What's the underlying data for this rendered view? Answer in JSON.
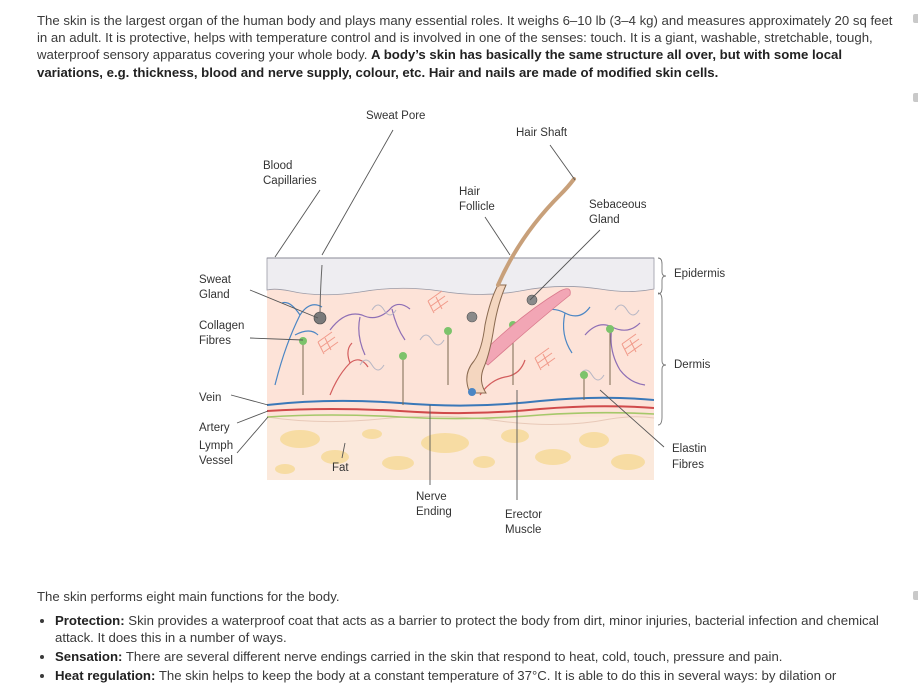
{
  "intro": {
    "plain": "The skin is the largest organ of the human body and plays many essential roles. It weighs 6–10 lb (3–4 kg) and measures approximately 20 sq feet in an adult. It is protective, helps with temperature control and is involved in one of the senses: touch. It is a giant, washable, stretchable, tough, waterproof sensory apparatus covering your whole body.",
    "bold": "A body’s skin has basically the same structure all over, but with some local variations, e.g. thickness, blood and nerve supply, colour, etc. Hair and nails are made of modified skin cells."
  },
  "diagram": {
    "labels": {
      "sweat_pore": "Sweat Pore",
      "hair_shaft": "Hair Shaft",
      "blood_capillaries_1": "Blood",
      "blood_capillaries_2": "Capillaries",
      "hair_follicle_1": "Hair",
      "hair_follicle_2": "Follicle",
      "sebaceous_gland_1": "Sebaceous",
      "sebaceous_gland_2": "Gland",
      "epidermis": "Epidermis",
      "sweat_gland_1": "Sweat",
      "sweat_gland_2": "Gland",
      "collagen_fibres_1": "Collagen",
      "collagen_fibres_2": "Fibres",
      "dermis": "Dermis",
      "vein": "Vein",
      "artery": "Artery",
      "lymph_vessel_1": "Lymph",
      "lymph_vessel_2": "Vessel",
      "fat": "Fat",
      "elastin_fibres_1": "Elastin",
      "elastin_fibres_2": "Fibres",
      "nerve_ending_1": "Nerve",
      "nerve_ending_2": "Ending",
      "erector_muscle_1": "Erector",
      "erector_muscle_2": "Muscle"
    }
  },
  "functions": {
    "intro": "The skin performs eight main functions for the body.",
    "items": [
      {
        "title": "Protection:",
        "text": "Skin provides a waterproof coat that acts as a barrier to protect the body from dirt, minor injuries, bacterial infection and chemical attack. It does this in a number of ways."
      },
      {
        "title": "Sensation:",
        "text": "There are several different nerve endings carried in the skin that respond to heat, cold, touch, pressure and pain."
      },
      {
        "title": "Heat regulation:",
        "text": "The skin helps to keep the body at a constant temperature of 37°C. It is able to do this in several ways: by dilation or"
      }
    ]
  }
}
